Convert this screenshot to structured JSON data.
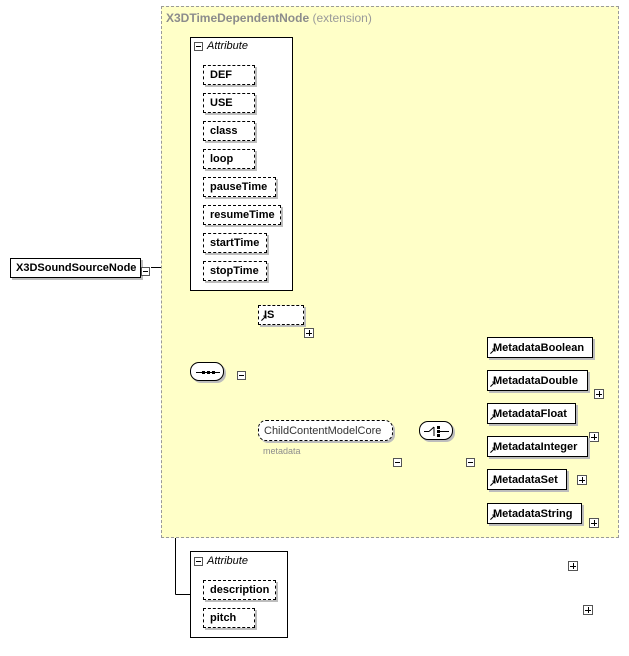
{
  "root": {
    "label": "X3DSoundSourceNode"
  },
  "extension": {
    "type_name": "X3DTimeDependentNode",
    "suffix": "(extension)"
  },
  "inherited_attributes": {
    "header": "Attribute",
    "items": [
      "DEF",
      "USE",
      "class",
      "loop",
      "pauseTime",
      "resumeTime",
      "startTime",
      "stopTime"
    ]
  },
  "sequence": {
    "is_element": {
      "label": "IS"
    },
    "group_ref": {
      "label": "ChildContentModelCore",
      "sublabel": "metadata"
    },
    "choice_elements": [
      "MetadataBoolean",
      "MetadataDouble",
      "MetadataFloat",
      "MetadataInteger",
      "MetadataSet",
      "MetadataString"
    ]
  },
  "own_attributes": {
    "header": "Attribute",
    "items": [
      "description",
      "pitch"
    ]
  },
  "colors": {
    "extension_fill": "#ffffc8",
    "extension_border": "#9a9a9a",
    "line": "#000000"
  },
  "icons": {
    "collapse": "minus-square-icon",
    "expand": "plus-square-icon",
    "reference": "reference-arrow-icon",
    "sequence": "sequence-compositor-icon",
    "choice": "choice-compositor-icon"
  }
}
